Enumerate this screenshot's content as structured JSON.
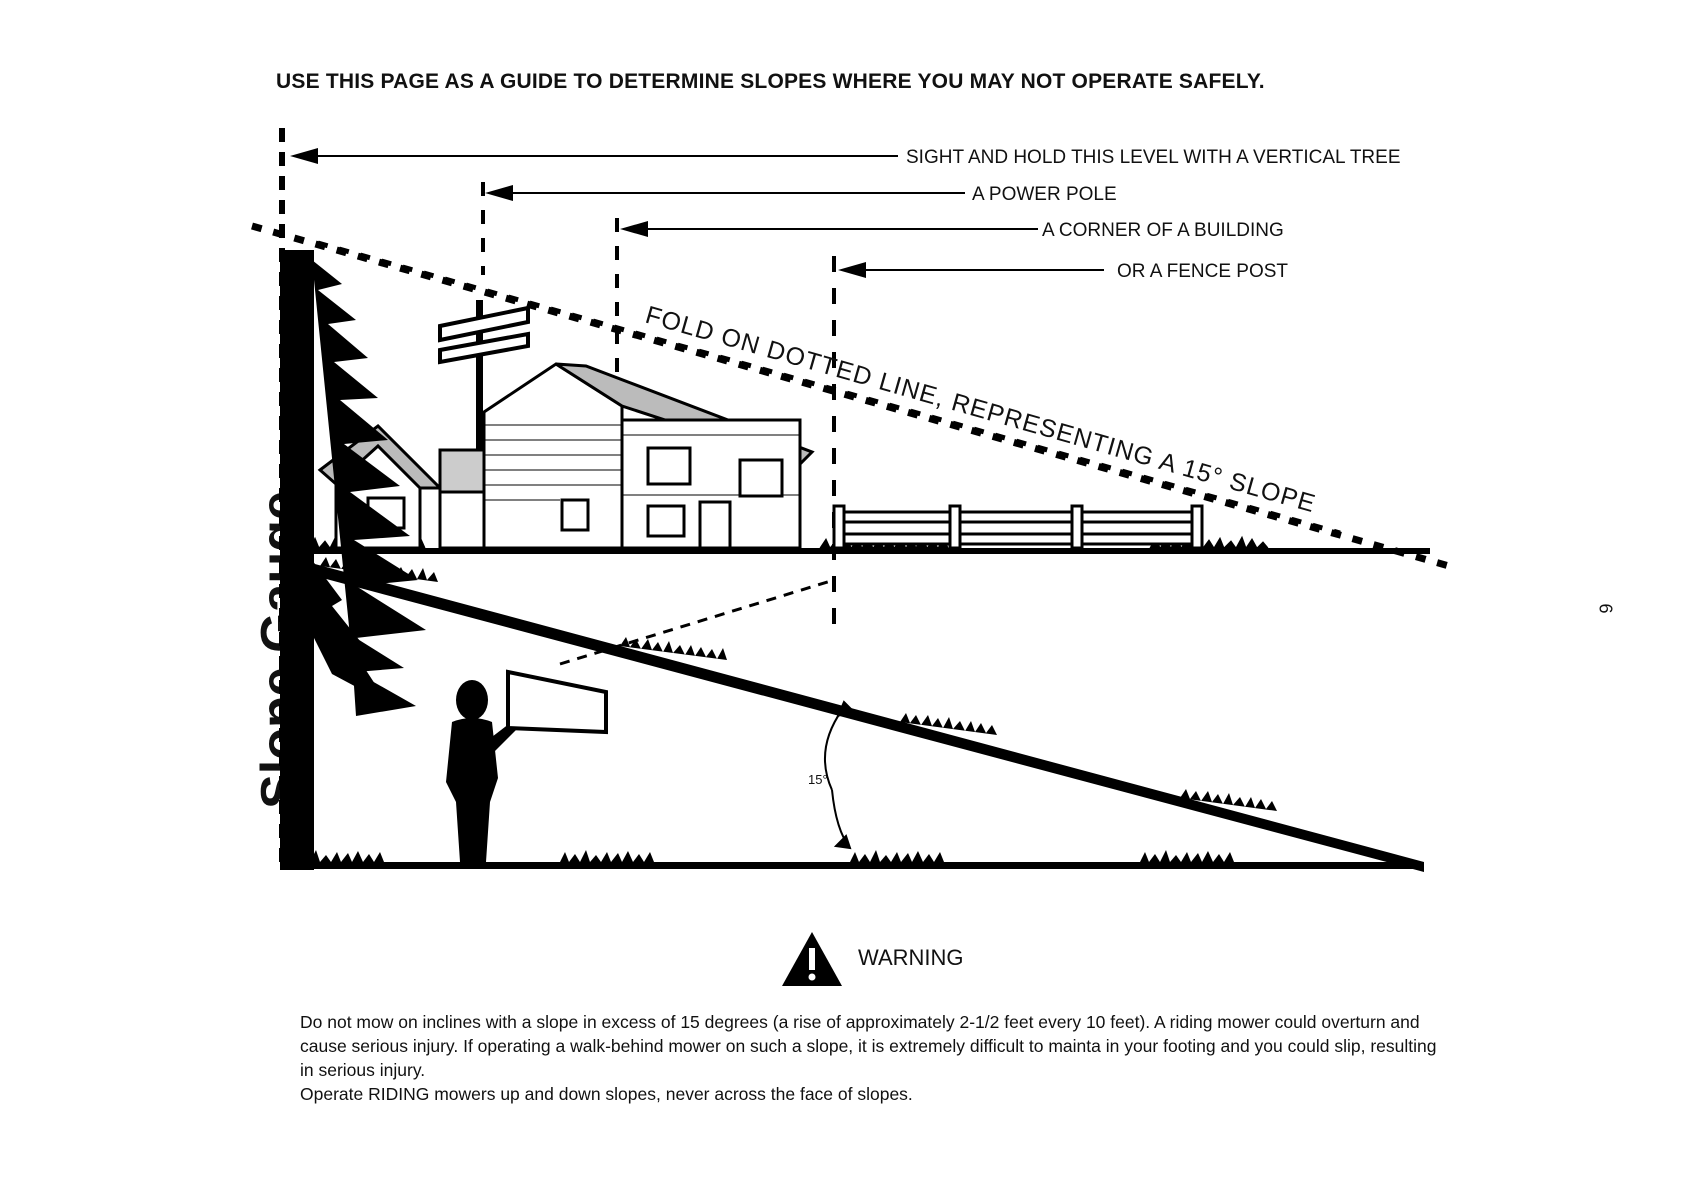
{
  "header": "USE THIS PAGE AS A GUIDE TO DETERMINE SLOPES WHERE YOU MAY NOT OPERATE SAFELY.",
  "side_title": "Slope Gauge",
  "page_number": "6",
  "labels": {
    "tree": "SIGHT AND HOLD THIS LEVEL WITH A VERTICAL TREE",
    "pole": "A POWER POLE",
    "building": "A CORNER OF A BUILDING",
    "fence": "OR A FENCE POST"
  },
  "fold_line": "FOLD ON DOTTED LINE, REPRESENTING A 15° SLOPE",
  "angle_label": "15°",
  "slope_degrees": 15,
  "warning": {
    "title": "WARNING",
    "paragraph": "Do not mow on inclines with a slope in excess of 15 degrees (a rise of approximately 2-1/2 feet every 10 feet).  A riding mower could overturn and cause serious injury.  If operating a walk-behind mower on such a slope, it is extremely difficult to mainta  in your footing and you could slip, resulting in serious injury.",
    "paragraph2": "Operate RIDING mowers up and down slopes, never across the face of slopes."
  }
}
